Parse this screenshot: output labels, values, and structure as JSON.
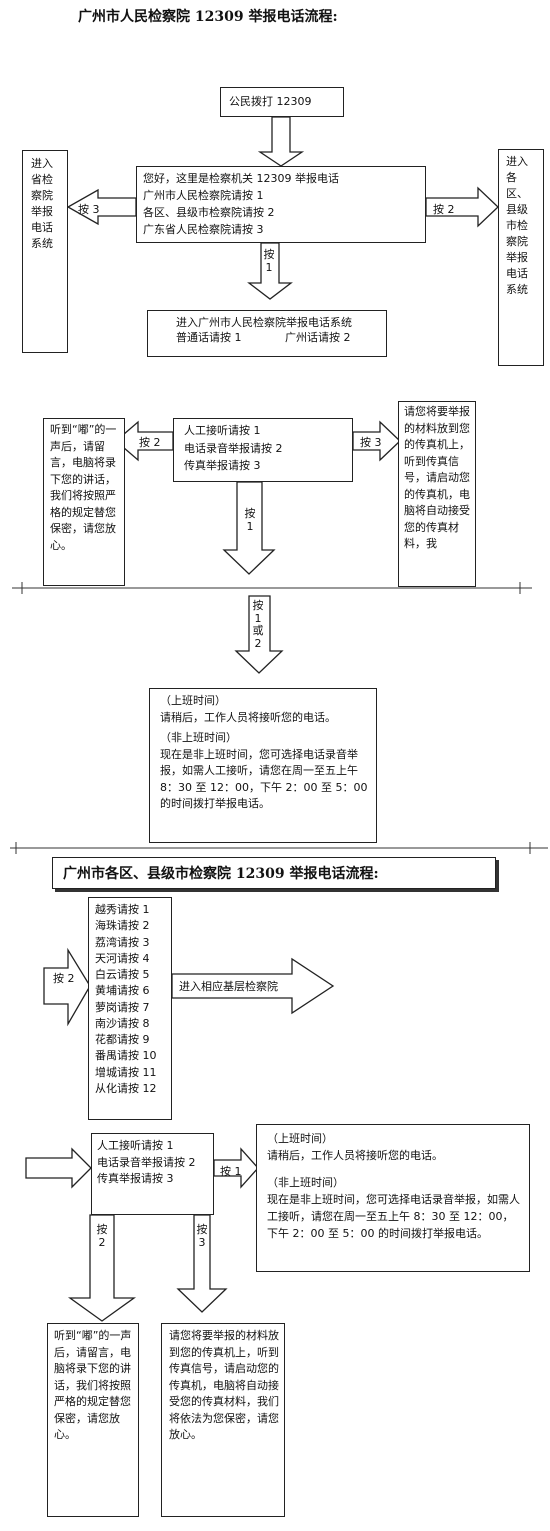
{
  "section1": {
    "title": "广州市人民检察院 12309 举报电话流程:",
    "start": "公民拨打 12309",
    "menu1": [
      "您好，这里是检察机关 12309 举报电话",
      "广州市人民检察院请按 1",
      "各区、县级市检察院请按 2",
      "广东省人民检察院请按 3"
    ],
    "left_box": "进入省检察院举报电话系统",
    "right_box": "进入各区、县级市检察院举报电话系统",
    "press1": "按 1",
    "press2": "按 2",
    "press3": "按 3",
    "menu2": [
      "进入广州市人民检察院举报电话系统",
      "普通话请按 1",
      "广州话请按 2"
    ],
    "menu3": [
      "人工接听请按 1",
      "电话录音举报请按 2",
      "传真举报请按 3"
    ],
    "voicemail": "听到“嘟”的一声后，请留言，电脑将录下您的讲话，我们将按照严格的规定替您保密，请您放心。",
    "fax": "请您将要举报的材料放到您的传真机上，听到传真信号，请启动您的传真机，电脑将自动接受您的传真材料，我",
    "press_1_or_2": "按 1或 2",
    "work_hours_title": "（上班时间）",
    "work_hours_text": "请稍后，工作人员将接听您的电话。",
    "off_hours_title": "（非上班时间）",
    "off_hours_text": "现在是非上班时间，您可选择电话录音举报，如需人工接听，请您在周一至五上午 8：30 至 12：00，下午 2：00 至 5：00 的时间拨打举报电话。"
  },
  "section2": {
    "title": "广州市各区、县级市检察院 12309 举报电话流程:",
    "districts": [
      "越秀请按 1",
      "海珠请按 2",
      "荔湾请按 3",
      "天河请按 4",
      "白云请按 5",
      "黄埔请按 6",
      "萝岗请按 7",
      "南沙请按 8",
      "花都请按 9",
      "番禺请按 10",
      "增城请按 11",
      "从化请按 12"
    ],
    "press2": "按 2",
    "enter_grassroots": "进入相应基层检察院",
    "menu": [
      "人工接听请按 1",
      "电话录音举报请按 2",
      "传真举报请按 3"
    ],
    "press1": "按 1",
    "press2v": "按 2",
    "press3v": "按 3",
    "work_hours_title": "（上班时间）",
    "work_hours_text": "请稍后，工作人员将接听您的电话。",
    "off_hours_title": "（非上班时间）",
    "off_hours_text": "现在是非上班时间，您可选择电话录音举报，如需人工接听，请您在周一至五上午 8：30 至 12：00，下午 2：00 至 5：00 的时间拨打举报电话。",
    "voicemail": "听到“嘟”的一声后，请留言，电脑将录下您的讲话，我们将按照严格的规定替您保密，请您放心。",
    "fax": "请您将要举报的材料放到您的传真机上，听到传真信号，请启动您的传真机，电脑将自动接受您的传真材料，我们将依法为您保密，请您放心。"
  }
}
